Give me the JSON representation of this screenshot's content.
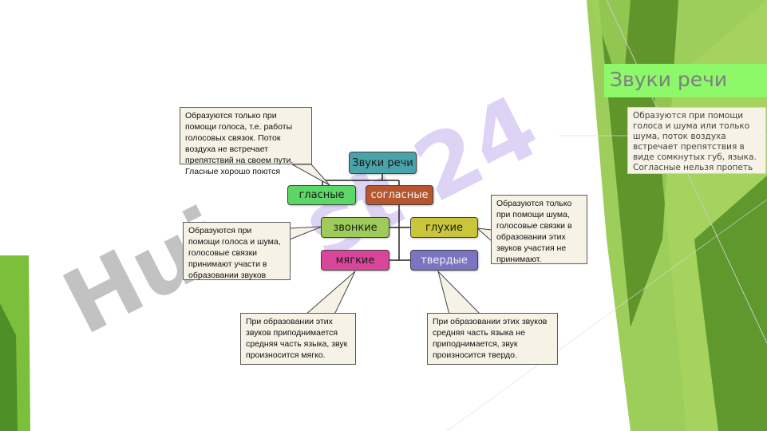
{
  "slide": {
    "title": "Звуки речи",
    "side_text": "Образуются при помощи голоса и шума или только шума, поток воздуха встречает препятствия в виде сомкнутых губ, языка. Согласные нельзя пропеть"
  },
  "diagram": {
    "root": "Звуки речи",
    "vowels": "гласные",
    "consonants": "согласные",
    "voiced": "звонкие",
    "voiceless": "глухие",
    "soft": "мягкие",
    "hard": "твердые"
  },
  "notes": {
    "vowels": "Образуются только при помощи голоса, т.е. работы голосовых связок. Поток воздуха не встречает препятствий на своем пути. Гласные хорошо поются",
    "voiced": "Образуются при помощи голоса и шума, голосовые связки принимают участи в образовании звуков",
    "voiceless": "Образуются только при помощи шума, голосовые связки в образовании этих звуков участия не принимают.",
    "soft": "При образовании этих звуков приподнимается средняя часть языка, звук произносится мягко.",
    "hard": "При образовании этих звуков средняя часть языка не приподнимается, звук произносится твердо."
  },
  "watermark": {
    "text_a": "Hui",
    "text_b": "st 24",
    "colors": {
      "a": "#9a9a9a",
      "b": "#c7b7f0"
    }
  },
  "colors": {
    "root": "#4aa3a8",
    "vowels": "#5cd667",
    "consonants": "#b5562f",
    "voiced": "#9ecb5a",
    "voiceless": "#c9c63b",
    "soft": "#d9459a",
    "hard": "#7a74c2",
    "title_bar": "#8cf86a"
  }
}
